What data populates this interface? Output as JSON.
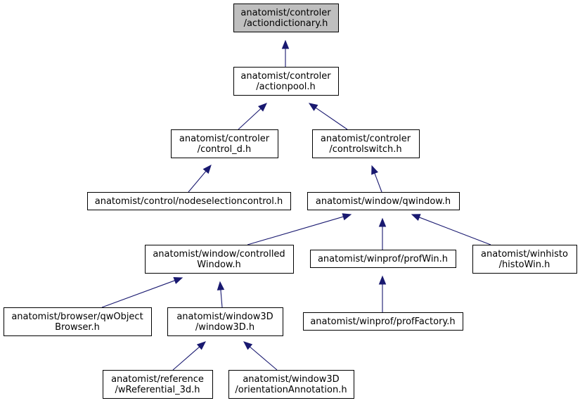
{
  "nodes": [
    {
      "id": "actiondictionary",
      "lines": [
        "anatomist/controler",
        "/actiondictionary.h"
      ],
      "root": true
    },
    {
      "id": "actionpool",
      "lines": [
        "anatomist/controler",
        "/actionpool.h"
      ]
    },
    {
      "id": "control_d",
      "lines": [
        "anatomist/controler",
        "/control_d.h"
      ]
    },
    {
      "id": "controlswitch",
      "lines": [
        "anatomist/controler",
        "/controlswitch.h"
      ]
    },
    {
      "id": "nodeselectioncontrol",
      "lines": [
        "anatomist/control/nodeselectioncontrol.h"
      ]
    },
    {
      "id": "qwindow",
      "lines": [
        "anatomist/window/qwindow.h"
      ]
    },
    {
      "id": "controlledwindow",
      "lines": [
        "anatomist/window/controlled",
        "Window.h"
      ]
    },
    {
      "id": "profwin",
      "lines": [
        "anatomist/winprof/profWin.h"
      ]
    },
    {
      "id": "histowin",
      "lines": [
        "anatomist/winhisto",
        "/histoWin.h"
      ]
    },
    {
      "id": "qwobjectbrowser",
      "lines": [
        "anatomist/browser/qwObject",
        "Browser.h"
      ]
    },
    {
      "id": "window3d",
      "lines": [
        "anatomist/window3D",
        "/window3D.h"
      ]
    },
    {
      "id": "proffactory",
      "lines": [
        "anatomist/winprof/profFactory.h"
      ]
    },
    {
      "id": "wreferential3d",
      "lines": [
        "anatomist/reference",
        "/wReferential_3d.h"
      ]
    },
    {
      "id": "orientationannotation",
      "lines": [
        "anatomist/window3D",
        "/orientationAnnotation.h"
      ]
    }
  ],
  "edges": [
    {
      "from": "actionpool",
      "to": "actiondictionary"
    },
    {
      "from": "control_d",
      "to": "actionpool"
    },
    {
      "from": "controlswitch",
      "to": "actionpool"
    },
    {
      "from": "nodeselectioncontrol",
      "to": "control_d"
    },
    {
      "from": "qwindow",
      "to": "controlswitch"
    },
    {
      "from": "controlledwindow",
      "to": "qwindow"
    },
    {
      "from": "profwin",
      "to": "qwindow"
    },
    {
      "from": "histowin",
      "to": "qwindow"
    },
    {
      "from": "qwobjectbrowser",
      "to": "controlledwindow"
    },
    {
      "from": "window3d",
      "to": "controlledwindow"
    },
    {
      "from": "proffactory",
      "to": "profwin"
    },
    {
      "from": "wreferential3d",
      "to": "window3d"
    },
    {
      "from": "orientationannotation",
      "to": "window3d"
    }
  ],
  "colors": {
    "edge": "#191970",
    "root_fill": "#bfbfbf",
    "node_fill": "#ffffff",
    "border": "#000000"
  }
}
